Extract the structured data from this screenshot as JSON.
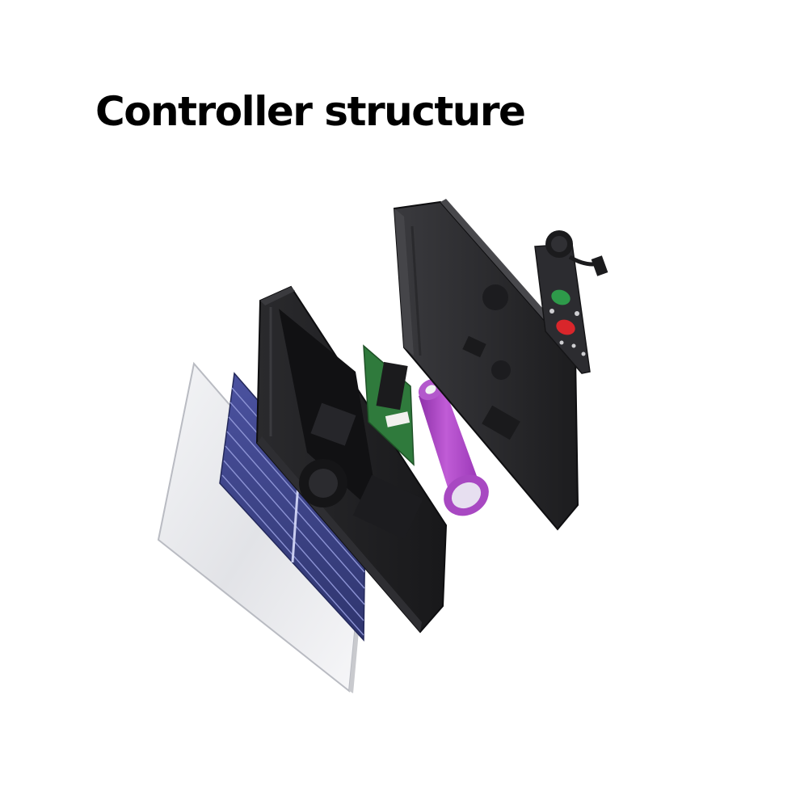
{
  "title": "Controller structure",
  "illustration": {
    "subject": "exploded-view-solar-controller",
    "components": [
      "solar-panel",
      "front-housing",
      "circuit-board",
      "battery",
      "back-housing",
      "control-panel-with-cable"
    ],
    "colors": {
      "background": "#ffffff",
      "title_text": "#000000",
      "housing": "#1e1e20",
      "solar_cells": "#3d4382",
      "glass": "#e8e9ec",
      "battery": "#b04ac8",
      "pcb": "#2f7a3c",
      "button_green": "#2e9a4a",
      "button_red": "#d9262b"
    }
  }
}
